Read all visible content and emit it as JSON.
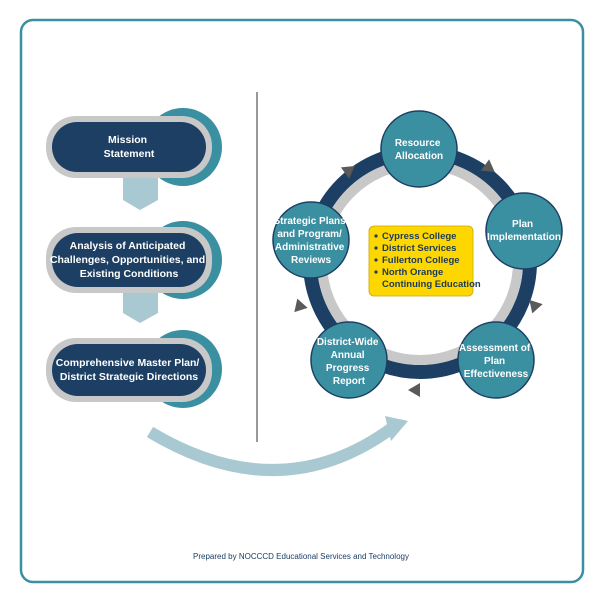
{
  "colors": {
    "border": "#3a8fa0",
    "navy": "#1c3f63",
    "teal": "#3a8fa0",
    "gray": "#c8c8c8",
    "light_teal": "#a8c8d2",
    "yellow": "#ffd700",
    "arrow": "#5a5a5a"
  },
  "process": {
    "steps": [
      {
        "lines": [
          "Mission",
          "Statement"
        ]
      },
      {
        "lines": [
          "Analysis of Anticipated",
          "Challenges, Opportunities, and",
          "Existing Conditions"
        ]
      },
      {
        "lines": [
          "Comprehensive Master Plan/",
          "District Strategic Directions"
        ]
      }
    ]
  },
  "cycle": {
    "nodes": [
      {
        "lines": [
          "Resource",
          "Allocation"
        ]
      },
      {
        "lines": [
          "Plan",
          "Implementation"
        ]
      },
      {
        "lines": [
          "Assessment of",
          "Plan",
          "Effectiveness"
        ]
      },
      {
        "lines": [
          "District-Wide",
          "Annual",
          "Progress",
          "Report"
        ]
      },
      {
        "lines": [
          "Strategic Plans",
          "and Program/",
          "Administrative",
          "Reviews"
        ]
      }
    ]
  },
  "legend": {
    "items": [
      "Cypress College",
      "District Services",
      "Fullerton College",
      "North Orange",
      "Continuing Education"
    ]
  },
  "footer": {
    "text": "Prepared by NOCCCD Educational Services and Technology"
  }
}
